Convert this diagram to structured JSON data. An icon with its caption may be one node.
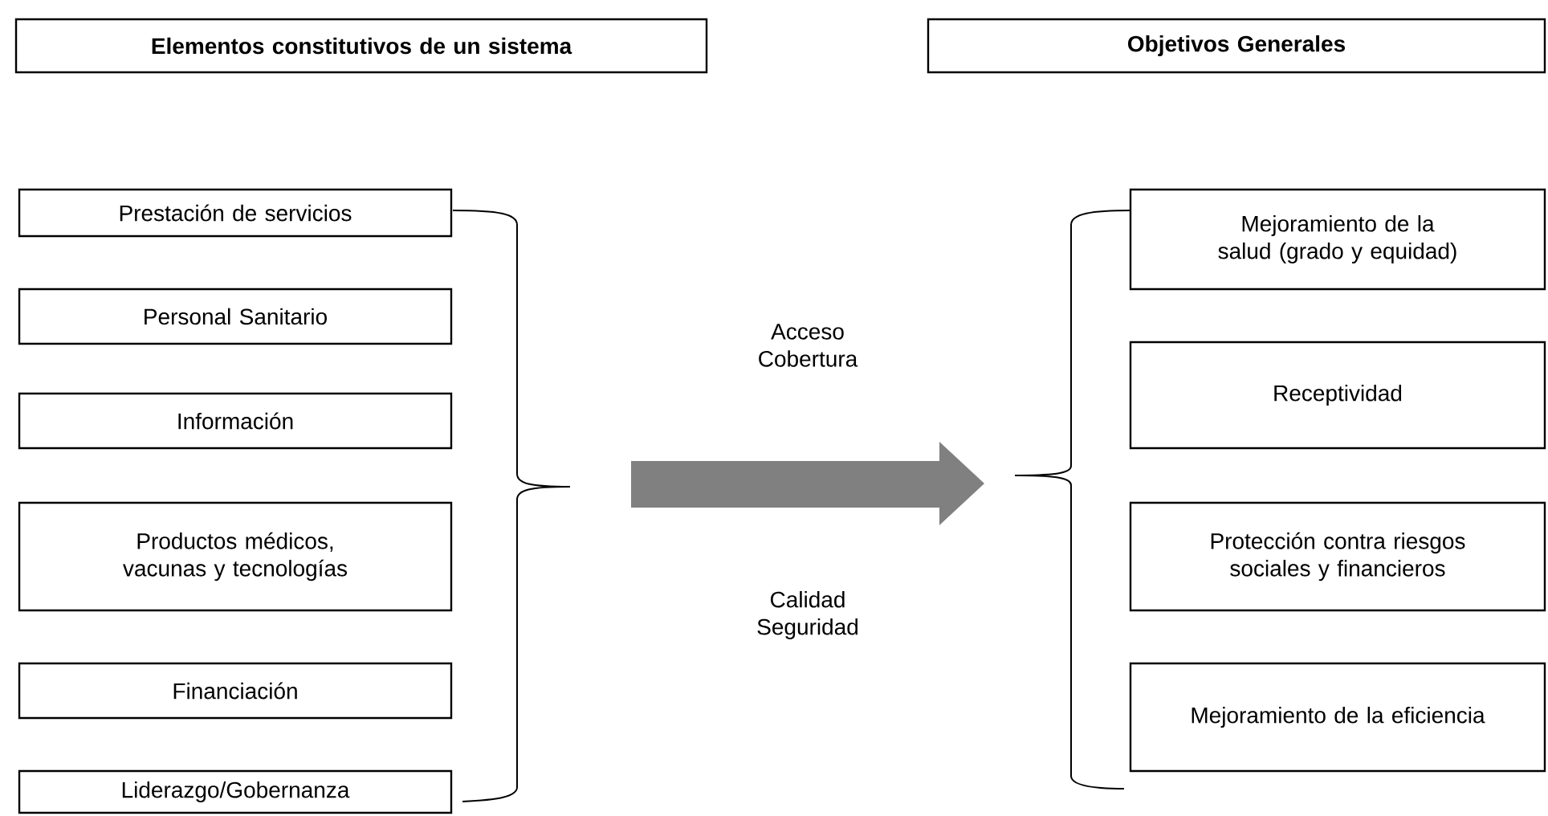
{
  "diagram": {
    "nodes": [
      {
        "text": [
          "Elementos constitutivos de un sistema"
        ]
      },
      {
        "text": [
          "Objetivos Generales"
        ]
      },
      {
        "text": [
          "Prestación de servicios"
        ]
      },
      {
        "text": [
          "Personal Sanitario"
        ]
      },
      {
        "text": [
          "Información"
        ]
      },
      {
        "text": [
          "Productos médicos, vacunas y tecnologías"
        ]
      },
      {
        "text": [
          "Financiación"
        ]
      },
      {
        "text": [
          "Liderazgo/Gobernanza"
        ]
      },
      {
        "text": [
          "Mejoramiento de la salud (grado y equidad)"
        ]
      },
      {
        "text": [
          "Receptividad"
        ]
      },
      {
        "text": [
          "Protección contra riesgos sociales y financieros"
        ]
      },
      {
        "text": [
          "Mejoramiento de la eficiencia"
        ]
      }
    ],
    "labels": [
      "Acceso Cobertura",
      "Calidad Seguridad"
    ]
  }
}
